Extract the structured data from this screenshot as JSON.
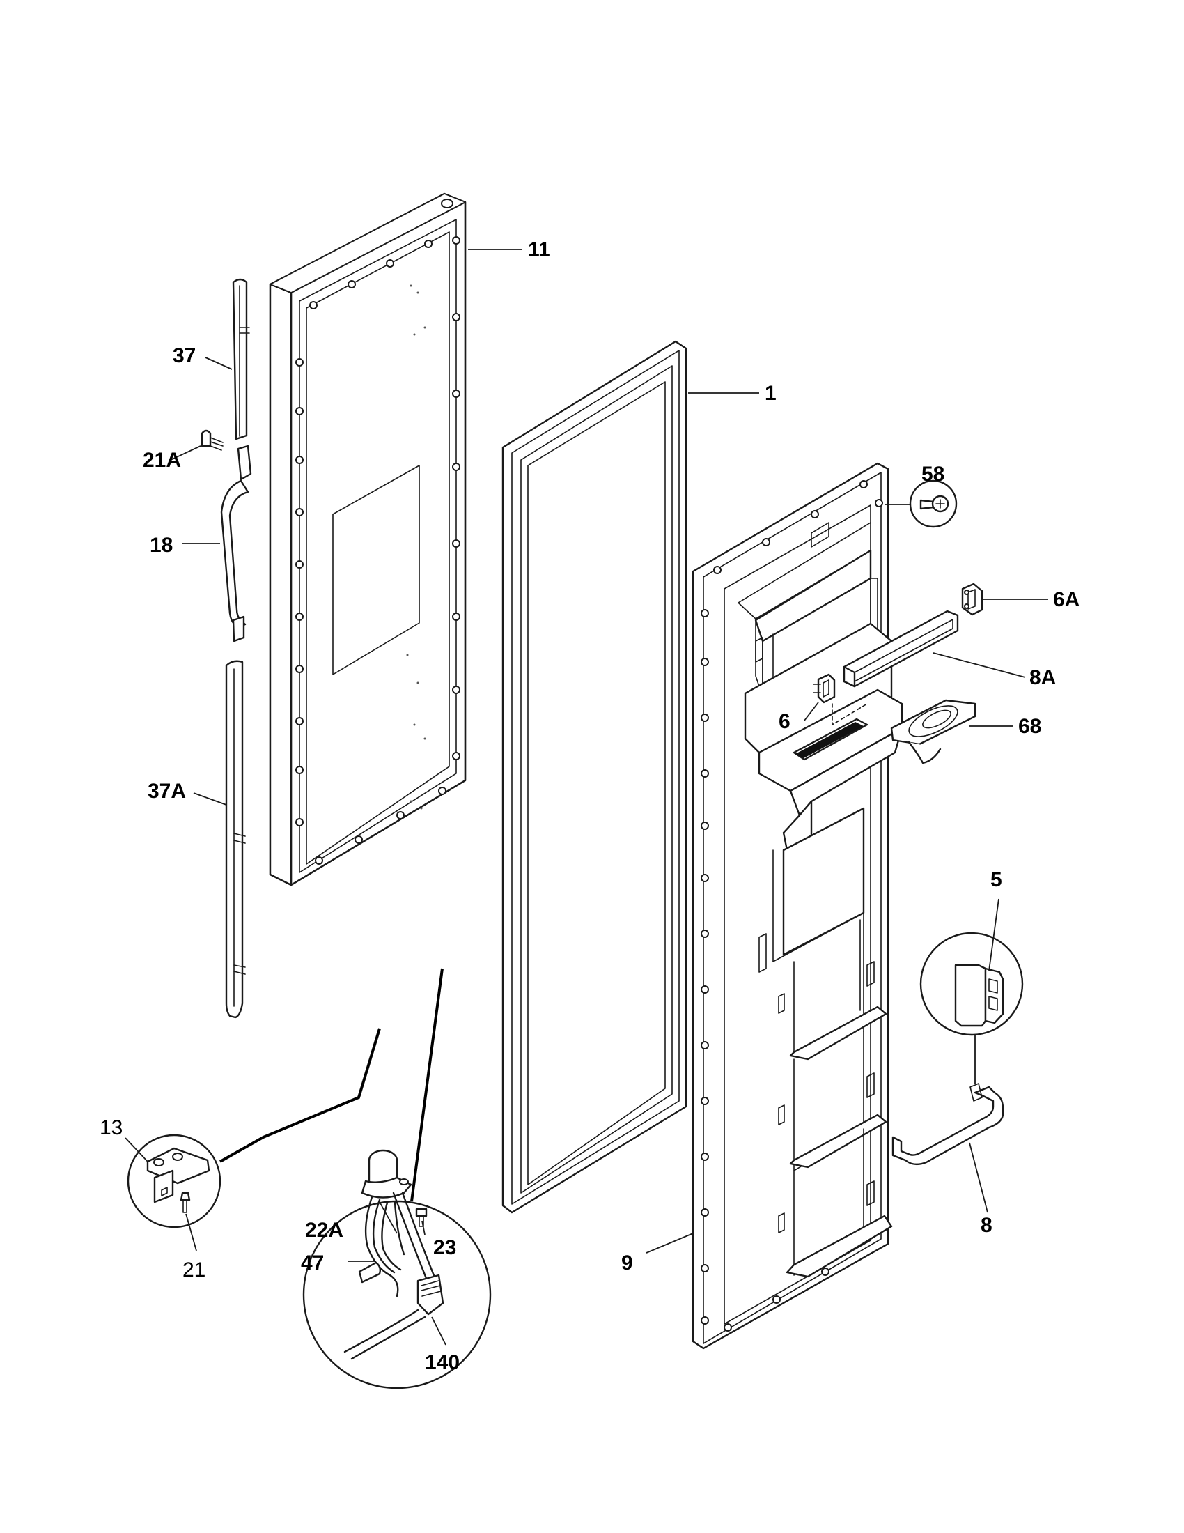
{
  "diagram": {
    "callouts": [
      {
        "id": "1",
        "text": "1"
      },
      {
        "id": "5",
        "text": "5"
      },
      {
        "id": "6",
        "text": "6"
      },
      {
        "id": "6A",
        "text": "6A"
      },
      {
        "id": "8",
        "text": "8"
      },
      {
        "id": "8A",
        "text": "8A"
      },
      {
        "id": "9",
        "text": "9"
      },
      {
        "id": "11",
        "text": "11"
      },
      {
        "id": "13",
        "text": "13"
      },
      {
        "id": "18",
        "text": "18"
      },
      {
        "id": "21",
        "text": "21"
      },
      {
        "id": "21A",
        "text": "21A"
      },
      {
        "id": "22A",
        "text": "22A"
      },
      {
        "id": "23",
        "text": "23"
      },
      {
        "id": "37",
        "text": "37"
      },
      {
        "id": "37A",
        "text": "37A"
      },
      {
        "id": "47",
        "text": "47"
      },
      {
        "id": "58",
        "text": "58"
      },
      {
        "id": "68",
        "text": "68"
      },
      {
        "id": "140",
        "text": "140"
      }
    ]
  }
}
